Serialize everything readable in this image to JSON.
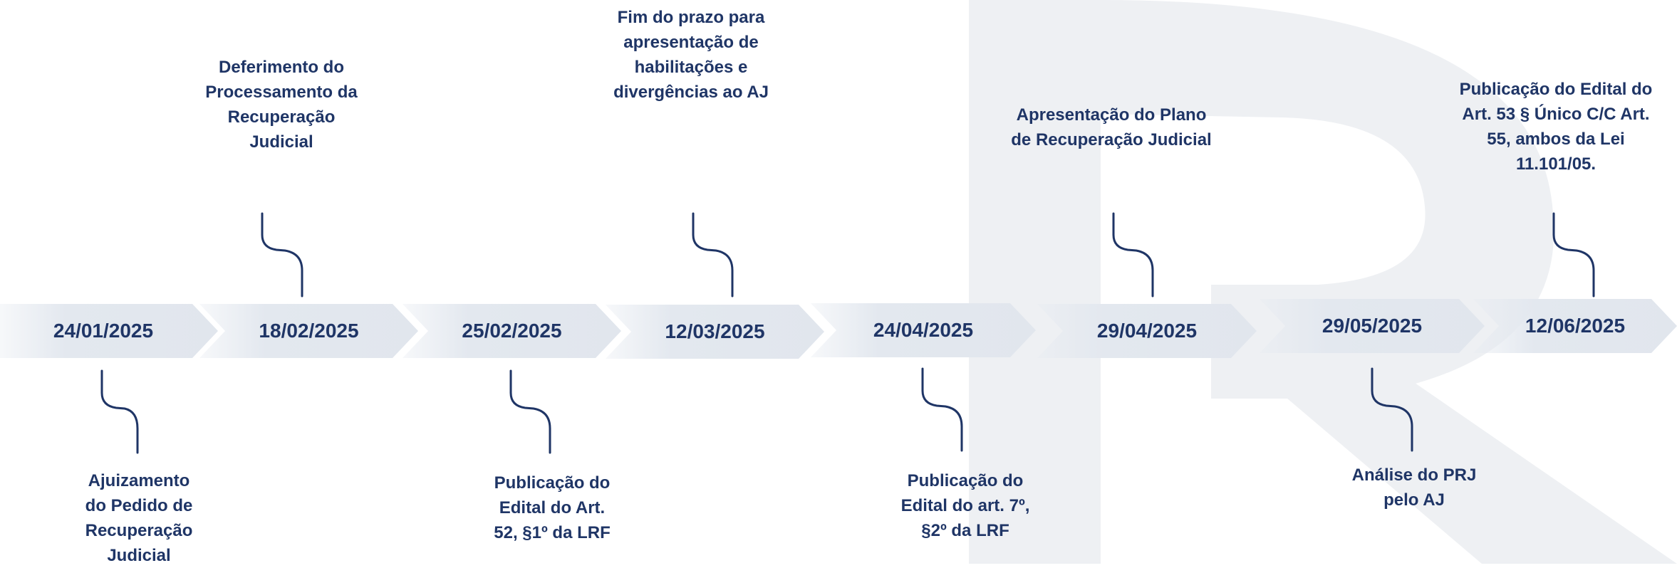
{
  "timeline": {
    "accent_color": "#1f3566",
    "band_color": "#e2e7ee",
    "dates": [
      "24/01/2025",
      "18/02/2025",
      "25/02/2025",
      "12/03/2025",
      "24/04/2025",
      "29/04/2025",
      "29/05/2025",
      "12/06/2025"
    ],
    "top_events": [
      "Deferimento do\nProcessamento da\nRecuperação\nJudicial",
      "Fim do prazo para\napresentação de\nhabilitações e\ndivergências ao AJ",
      "Apresentação do Plano\nde Recuperação Judicial",
      "Publicação do Edital do\nArt. 53 § Único C/C Art.\n55, ambos da Lei\n11.101/05."
    ],
    "bottom_events": [
      "Ajuizamento\ndo Pedido de\nRecuperação\nJudicial",
      "Publicação do\nEdital do Art.\n52, §1º da LRF",
      "Publicação do\nEdital do art. 7º,\n§2º da LRF",
      "Análise do PRJ\npelo AJ"
    ]
  }
}
